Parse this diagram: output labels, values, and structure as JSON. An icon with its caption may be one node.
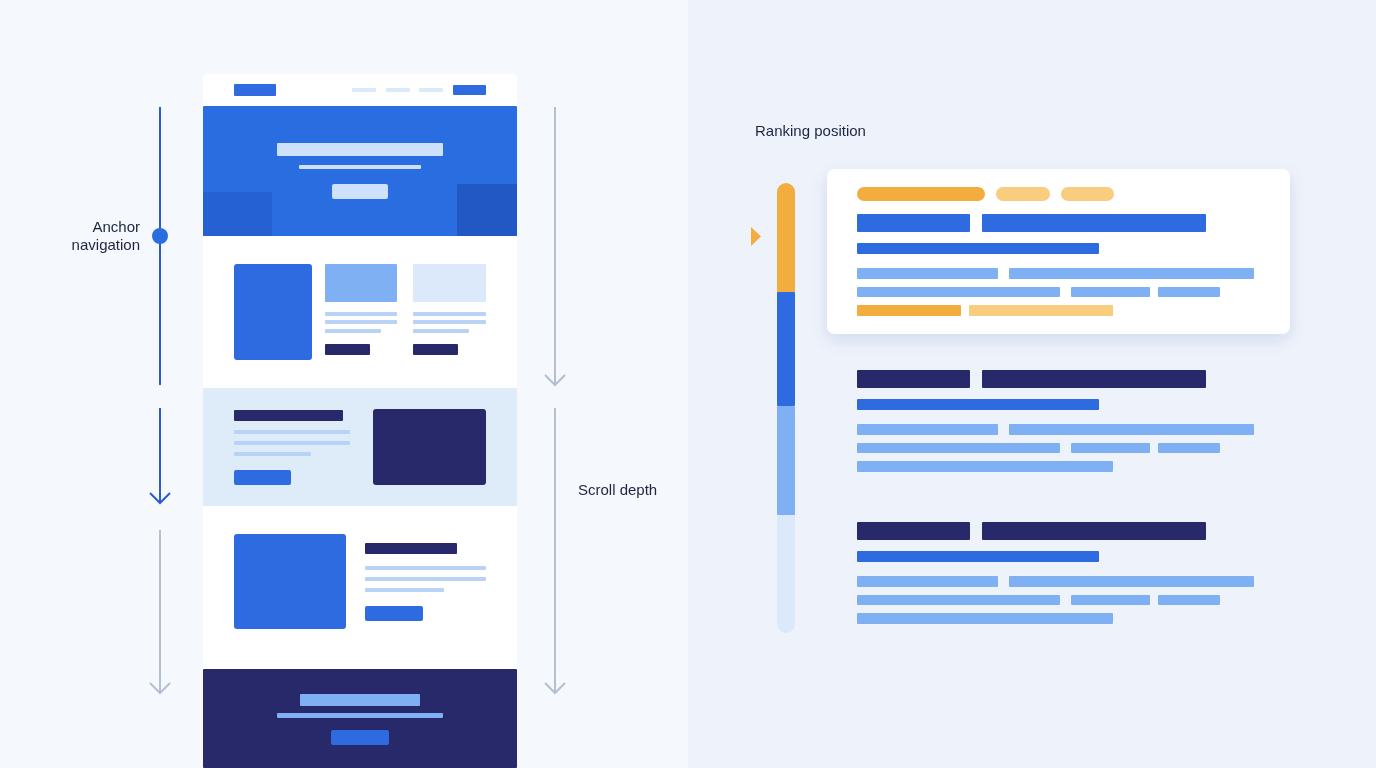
{
  "diagram": {
    "labels": [
      "Ranking position",
      "Anchor navigation",
      "Scroll depth"
    ]
  }
}
